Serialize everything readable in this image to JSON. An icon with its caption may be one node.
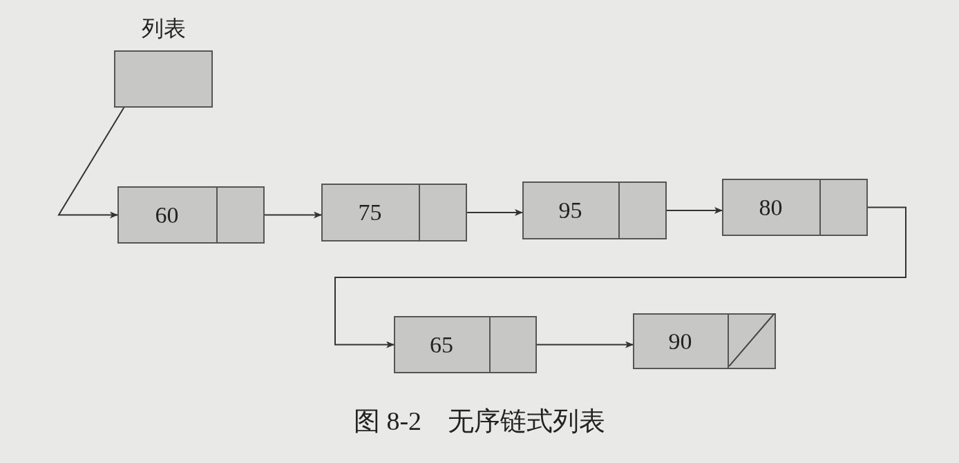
{
  "diagram": {
    "caption": "图 8-2　无序链式列表",
    "nodes": [
      {
        "text": [
          "列表"
        ]
      },
      {
        "text": [
          "60"
        ]
      },
      {
        "text": [
          "75"
        ]
      },
      {
        "text": [
          "95"
        ]
      },
      {
        "text": [
          "80"
        ]
      },
      {
        "text": [
          "65"
        ]
      },
      {
        "text": [
          "90"
        ]
      }
    ],
    "edges": [
      {
        "from": 0,
        "to": 1,
        "arrow": "to"
      },
      {
        "from": 1,
        "to": 2,
        "arrow": "to"
      },
      {
        "from": 2,
        "to": 3,
        "arrow": "to"
      },
      {
        "from": 3,
        "to": 4,
        "arrow": "to"
      },
      {
        "from": 4,
        "to": 5,
        "arrow": "to"
      },
      {
        "from": 5,
        "to": 6,
        "arrow": "to"
      }
    ]
  }
}
